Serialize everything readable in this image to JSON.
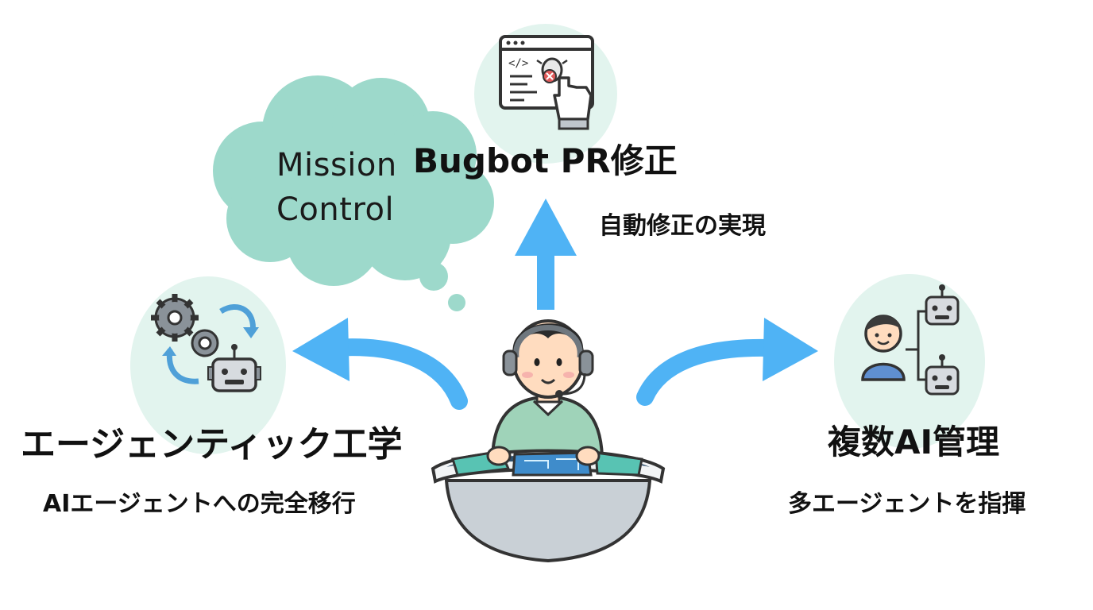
{
  "mission_control": {
    "line1": "Mission",
    "line2": "Control"
  },
  "bugbot": {
    "title": "Bugbot PR修正",
    "subtitle": "自動修正の実現"
  },
  "agentic": {
    "title": "エージェンティック工学",
    "subtitle": "AIエージェントへの完全移行"
  },
  "multi_ai": {
    "title": "複数AI管理",
    "subtitle": "多エージェントを指揮"
  },
  "colors": {
    "cloud": "#9dd9cb",
    "bubble": "#e2f4ee",
    "arrow": "#4fb3f5",
    "shirt": "#9fd3b9",
    "console": "#c9d0d6"
  },
  "icons": {
    "top": "code-bug-click-icon",
    "left": "gears-cycle-robot-icon",
    "right": "person-robots-hierarchy-icon",
    "center": "operator-headset-console"
  }
}
